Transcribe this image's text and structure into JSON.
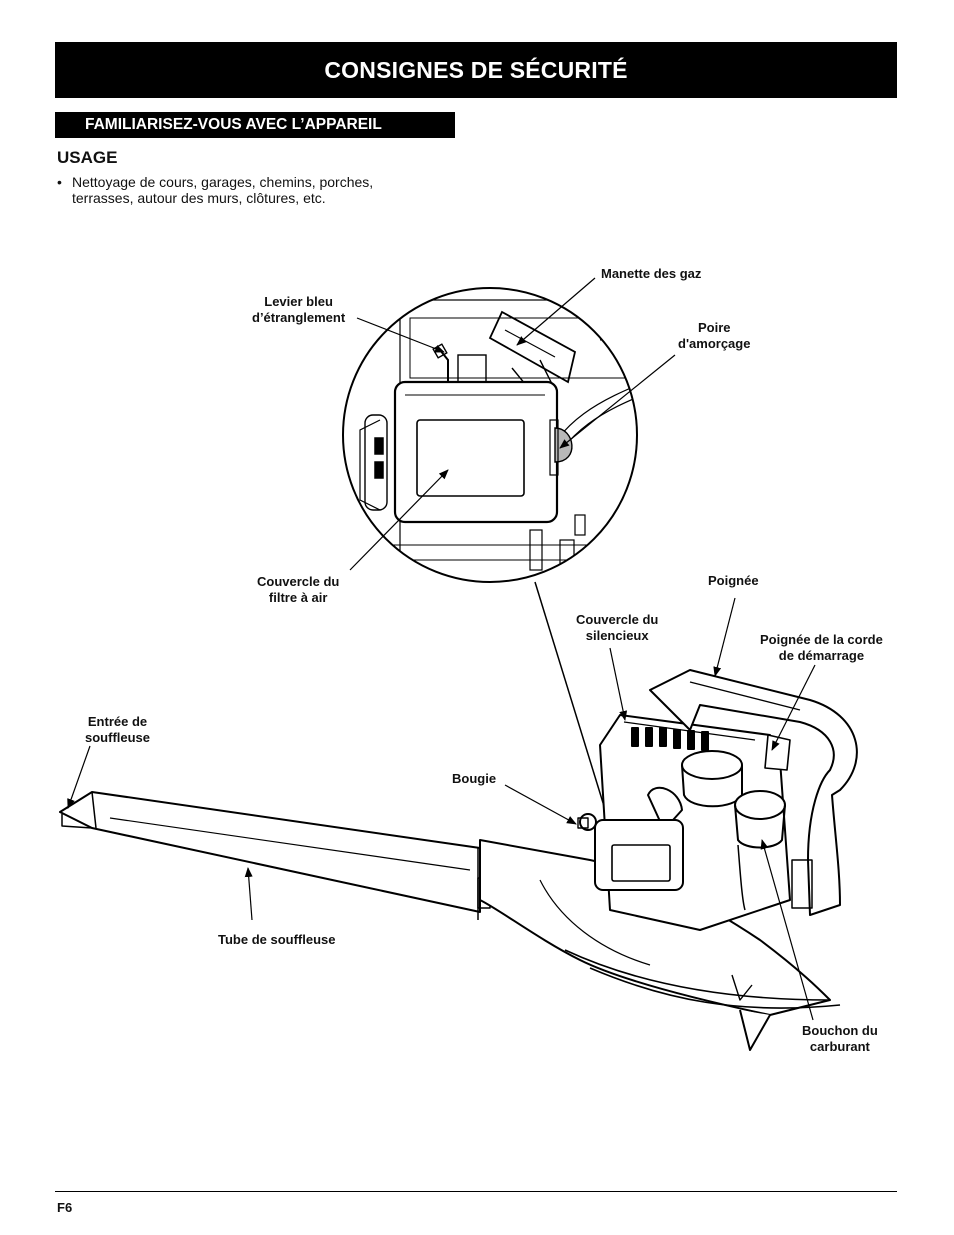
{
  "header": {
    "title": "CONSIGNES DE SÉCURITÉ"
  },
  "section": {
    "title": "FAMILIARISEZ-VOUS AVEC L’APPAREIL",
    "usage_heading": "USAGE",
    "usage_items": [
      {
        "line1": "Nettoyage de cours, garages, chemins, porches,",
        "line2": "terrasses, autour des murs, clôtures, etc."
      }
    ]
  },
  "diagram": {
    "labels": {
      "throttle": {
        "l1": "Manette des gaz"
      },
      "choke": {
        "l1": "Levier bleu",
        "l2": "d’étranglement"
      },
      "primer": {
        "l1": "Poire",
        "l2": "d'amorçage"
      },
      "air_filter": {
        "l1": "Couvercle du",
        "l2": "filtre à air"
      },
      "handle": {
        "l1": "Poignée"
      },
      "muffler": {
        "l1": "Couvercle du",
        "l2": "silencieux"
      },
      "starter": {
        "l1": "Poignée de la corde",
        "l2": "de démarrage"
      },
      "inlet": {
        "l1": "Entrée de",
        "l2": "souffleuse"
      },
      "spark_plug": {
        "l1": "Bougie"
      },
      "tube": {
        "l1": "Tube de souffleuse"
      },
      "fuel_cap": {
        "l1": "Bouchon du",
        "l2": "carburant"
      }
    }
  },
  "footer": {
    "page": "F6"
  }
}
